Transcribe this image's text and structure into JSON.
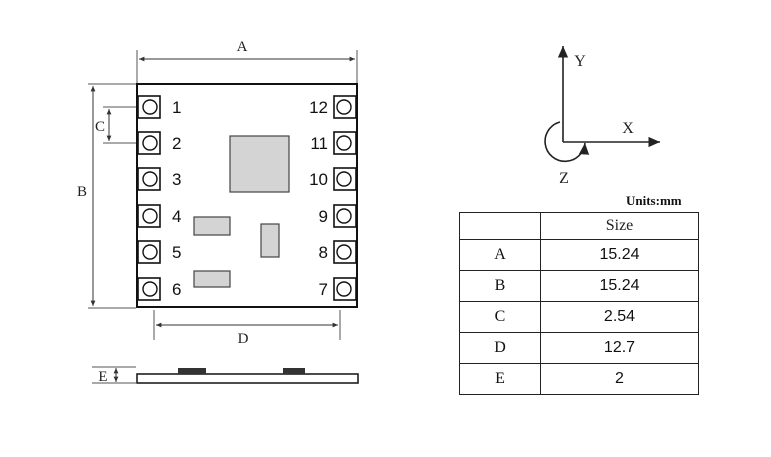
{
  "dimension_labels": {
    "a": "A",
    "b": "B",
    "c": "C",
    "d": "D",
    "e": "E"
  },
  "pins_left": [
    "1",
    "2",
    "3",
    "4",
    "5",
    "6"
  ],
  "pins_right": [
    "12",
    "11",
    "10",
    "9",
    "8",
    "7"
  ],
  "axes": {
    "x": "X",
    "y": "Y",
    "z": "Z"
  },
  "units_label": "Units:mm",
  "table": {
    "header": "Size",
    "rows": [
      {
        "key": "A",
        "value": "15.24"
      },
      {
        "key": "B",
        "value": "15.24"
      },
      {
        "key": "C",
        "value": "2.54"
      },
      {
        "key": "D",
        "value": "12.7"
      },
      {
        "key": "E",
        "value": "2"
      }
    ]
  }
}
